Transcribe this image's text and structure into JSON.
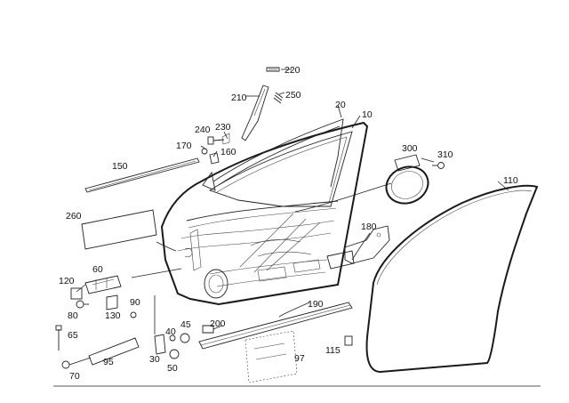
{
  "diagram": {
    "part_labels": [
      "10",
      "20",
      "30",
      "40",
      "45",
      "50",
      "60",
      "65",
      "70",
      "80",
      "90",
      "95",
      "97",
      "110",
      "115",
      "120",
      "130",
      "150",
      "160",
      "170",
      "180",
      "190",
      "200",
      "210",
      "220",
      "230",
      "240",
      "250",
      "260",
      "300",
      "310"
    ]
  }
}
